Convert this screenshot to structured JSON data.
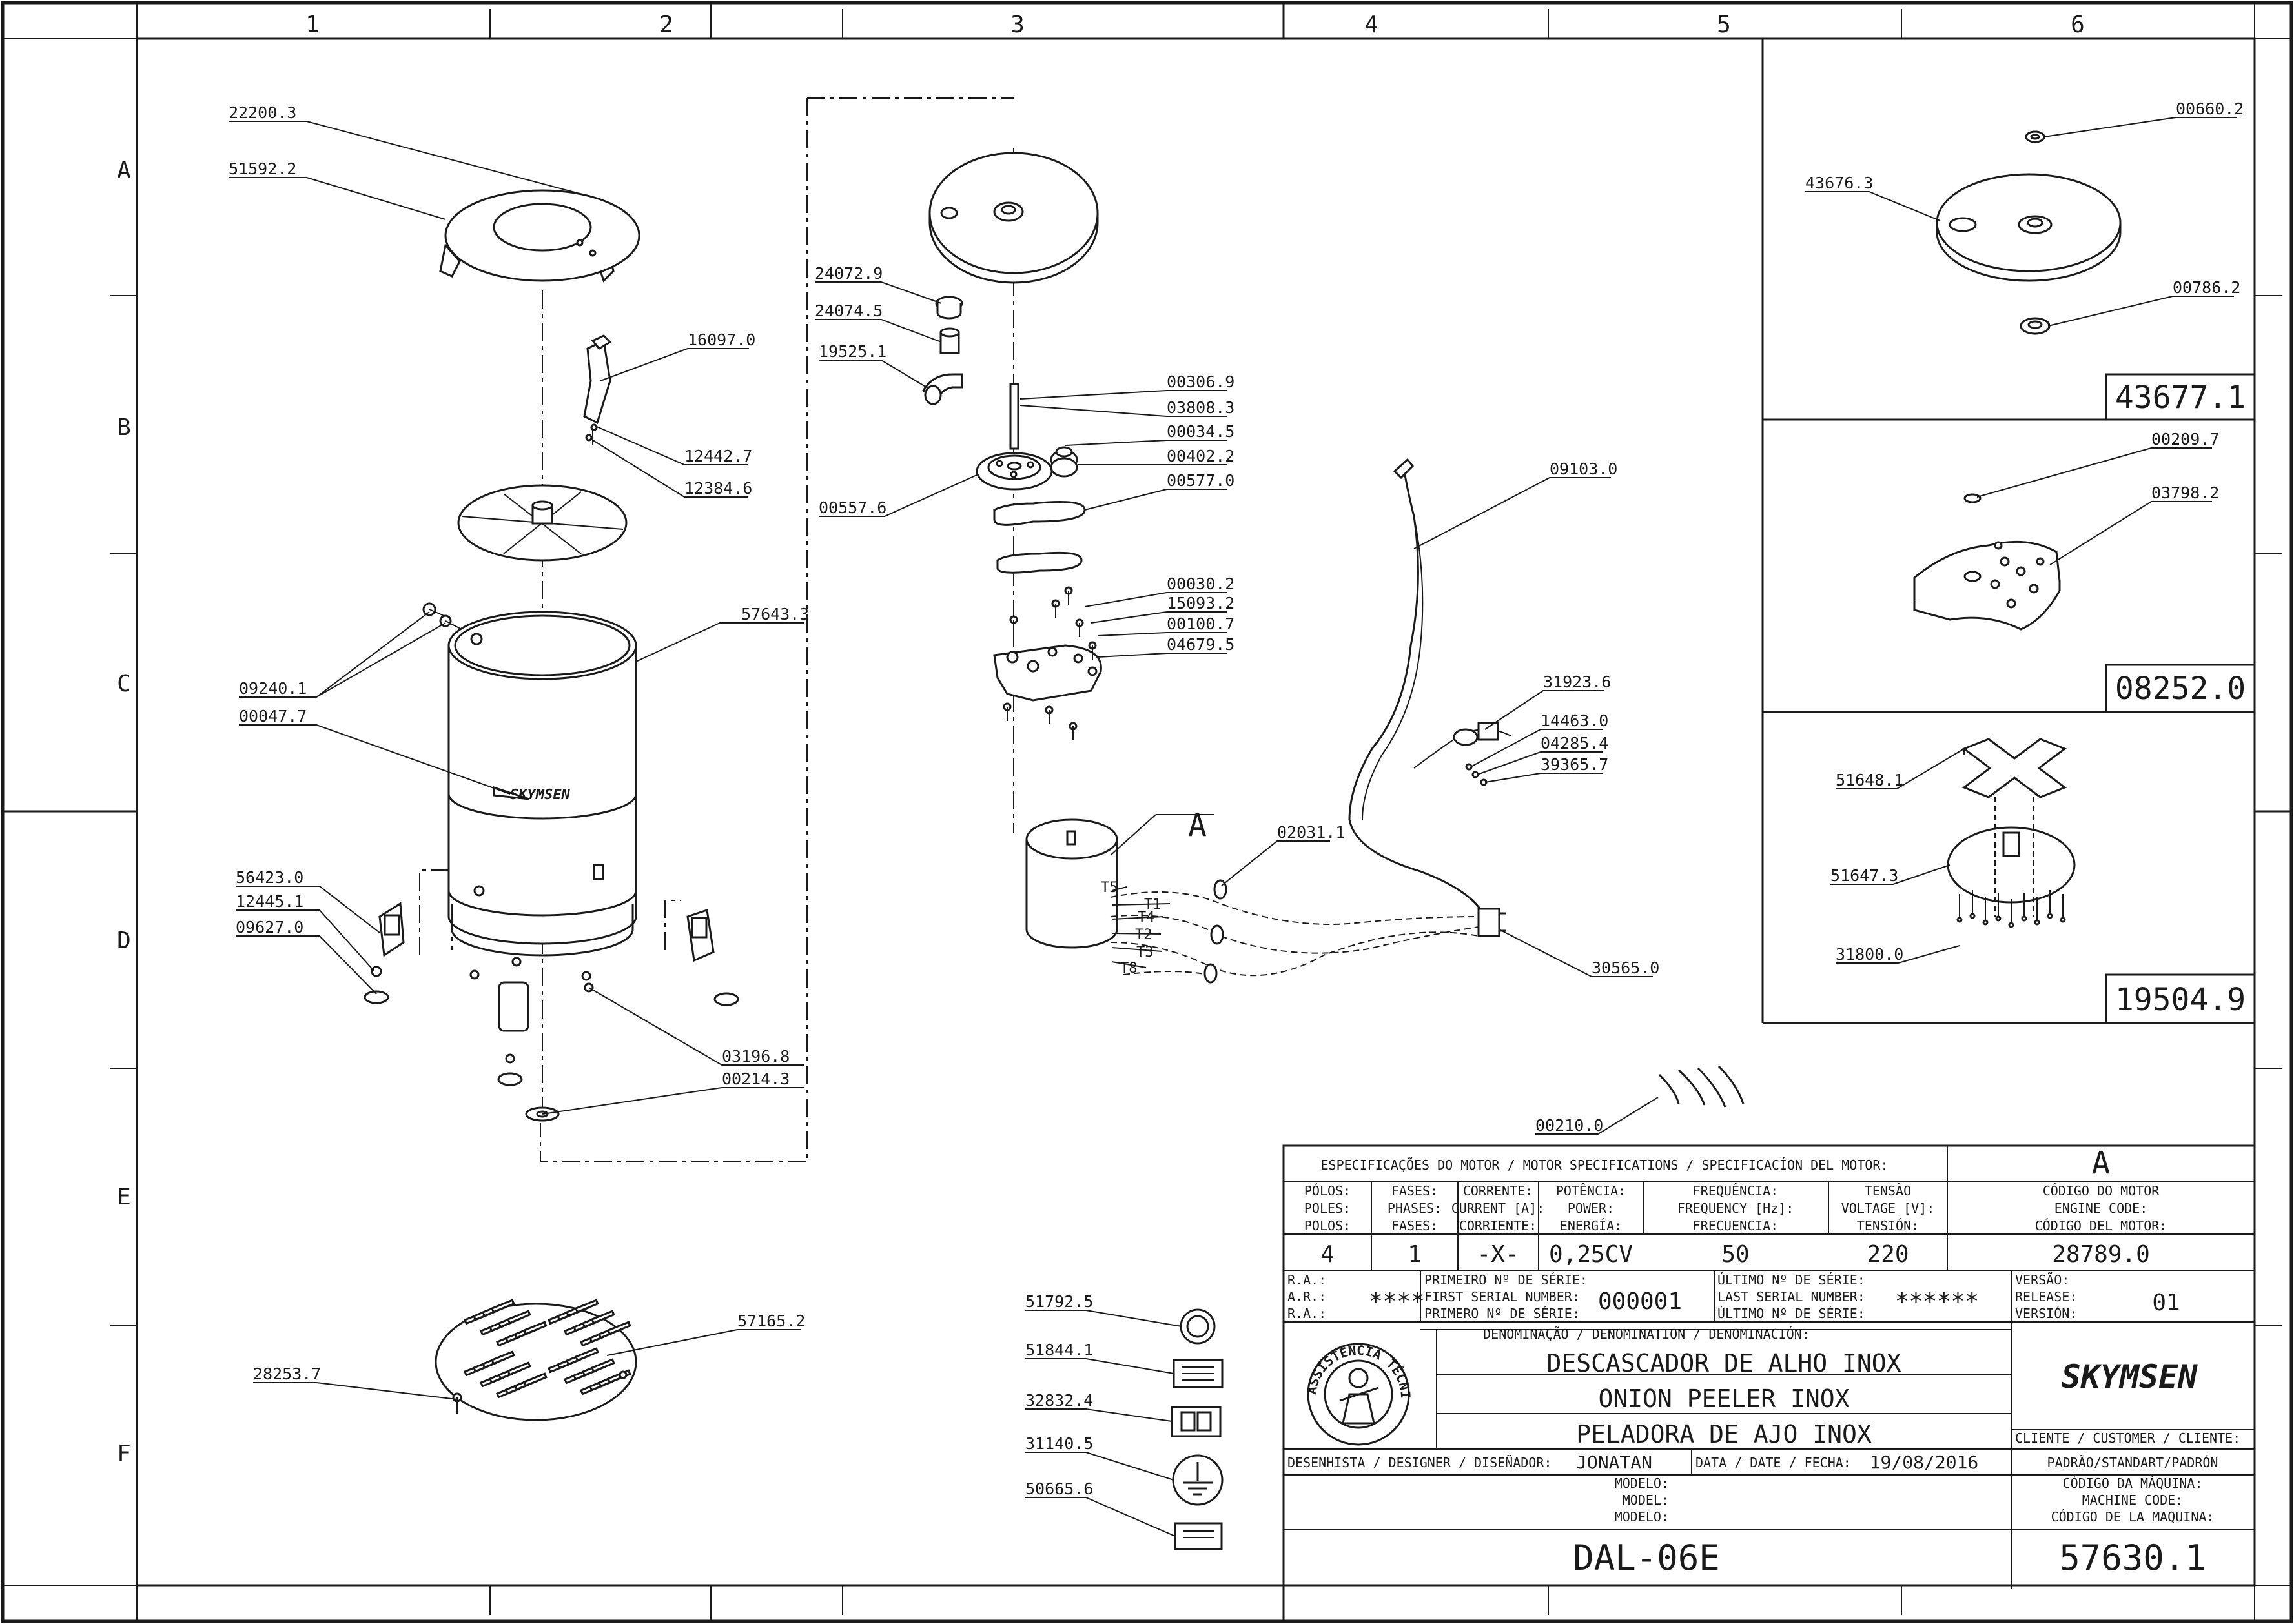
{
  "grid": {
    "columns": [
      "1",
      "2",
      "3",
      "4",
      "5",
      "6"
    ],
    "rows": [
      "A",
      "B",
      "C",
      "D",
      "E",
      "F"
    ]
  },
  "logo_text": "SKYMSEN",
  "parts": [
    {
      "code": "22200.3"
    },
    {
      "code": "51592.2"
    },
    {
      "code": "16097.0"
    },
    {
      "code": "12442.7"
    },
    {
      "code": "12384.6"
    },
    {
      "code": "57643.3"
    },
    {
      "code": "09240.1"
    },
    {
      "code": "00047.7"
    },
    {
      "code": "56423.0"
    },
    {
      "code": "12445.1"
    },
    {
      "code": "09627.0"
    },
    {
      "code": "03196.8"
    },
    {
      "code": "00214.3"
    },
    {
      "code": "57165.2"
    },
    {
      "code": "28253.7"
    },
    {
      "code": "24072.9"
    },
    {
      "code": "24074.5"
    },
    {
      "code": "19525.1"
    },
    {
      "code": "00306.9"
    },
    {
      "code": "03808.3"
    },
    {
      "code": "00034.5"
    },
    {
      "code": "00402.2"
    },
    {
      "code": "00577.0"
    },
    {
      "code": "00557.6"
    },
    {
      "code": "00030.2"
    },
    {
      "code": "15093.2"
    },
    {
      "code": "00100.7"
    },
    {
      "code": "04679.5"
    },
    {
      "code": "02031.1"
    },
    {
      "code": "09103.0"
    },
    {
      "code": "31923.6"
    },
    {
      "code": "14463.0"
    },
    {
      "code": "04285.4"
    },
    {
      "code": "39365.7"
    },
    {
      "code": "30565.0"
    },
    {
      "code": "00210.0"
    },
    {
      "code": "51792.5"
    },
    {
      "code": "51844.1"
    },
    {
      "code": "32832.4"
    },
    {
      "code": "31140.5"
    },
    {
      "code": "50665.6"
    },
    {
      "code": "00660.2"
    },
    {
      "code": "43676.3"
    },
    {
      "code": "00786.2"
    },
    {
      "code": "00209.7"
    },
    {
      "code": "03798.2"
    },
    {
      "code": "51648.1"
    },
    {
      "code": "51647.3"
    },
    {
      "code": "31800.0"
    }
  ],
  "motor_label": "A",
  "wires": [
    "T5",
    "T1",
    "T4",
    "T2",
    "T3",
    "T8"
  ],
  "assemblies": [
    "43677.1",
    "08252.0",
    "19504.9"
  ],
  "title_block": {
    "motor_spec_header": "ESPECIFICAÇÕES DO MOTOR / MOTOR SPECIFICATIONS / SPECIFICACÍON DEL MOTOR:",
    "motor_label": "A",
    "spec_headers": [
      [
        "PÓLOS:",
        "POLES:",
        "POLOS:"
      ],
      [
        "FASES:",
        "PHASES:",
        "FASES:"
      ],
      [
        "CORRENTE:",
        "CURRENT [A]:",
        "CORRIENTE:"
      ],
      [
        "POTÊNCIA:",
        "POWER:",
        "ENERGÍA:"
      ],
      [
        "FREQUÊNCIA:",
        "FREQUENCY [Hz]:",
        "FRECUENCIA:"
      ],
      [
        "TENSÃO",
        "VOLTAGE [V]:",
        "TENSIÓN:"
      ],
      [
        "CÓDIGO DO MOTOR",
        "ENGINE CODE:",
        "CÓDIGO DEL MOTOR:"
      ]
    ],
    "spec_values": [
      "4",
      "1",
      "-X-",
      "0,25CV",
      "50",
      "220",
      "28789.0"
    ],
    "ra_labels": [
      "R.A.:",
      "A.R.:",
      "R.A.:"
    ],
    "ra_value": "****",
    "first_serial_labels": [
      "PRIMEIRO Nº DE SÉRIE:",
      "FIRST SERIAL NUMBER:",
      "PRIMERO Nº DE SÉRIE:"
    ],
    "first_serial_value": "000001",
    "last_serial_labels": [
      "ÚLTIMO Nº DE SÉRIE:",
      "LAST SERIAL NUMBER:",
      "ÚLTIMO Nº DE SÉRIE:"
    ],
    "last_serial_value": "******",
    "version_labels": [
      "VERSÃO:",
      "RELEASE:",
      "VERSIÓN:"
    ],
    "version_value": "01",
    "denomination_header": "DENOMINAÇÃO / DENOMINATION / DENOMINACIÓN:",
    "names": [
      "DESCASCADOR DE ALHO INOX",
      "ONION PEELER INOX",
      "PELADORA DE AJO INOX"
    ],
    "seal_text": "ASSISTÊNCIA TÉCNICA AUTORIZADA",
    "brand": "SKYMSEN",
    "customer_label": "CLIENTE / CUSTOMER / CLIENTE:",
    "customer_value": "PADRÃO/STANDART/PADRÓN",
    "designer_label": "DESENHISTA / DESIGNER / DISEÑADOR:",
    "designer_value": "JONATAN",
    "date_label": "DATA / DATE / FECHA:",
    "date_value": "19/08/2016",
    "model_labels": [
      "MODELO:",
      "MODEL:",
      "MODELO:"
    ],
    "machine_code_labels": [
      "CÓDIGO DA MÁQUINA:",
      "MACHINE CODE:",
      "CÓDIGO DE LA MAQUINA:"
    ],
    "model_value": "DAL-06E",
    "machine_code_value": "57630.1"
  }
}
